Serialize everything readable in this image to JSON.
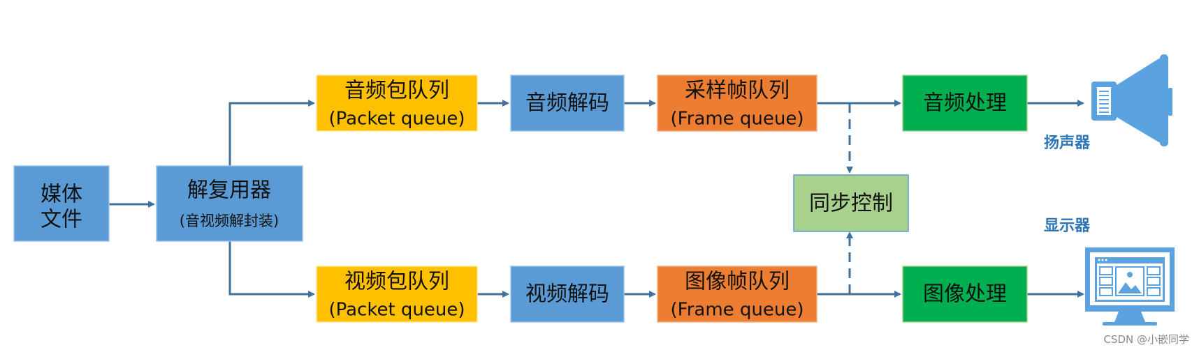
{
  "colors": {
    "blue": "#5b9bd5",
    "yellow": "#ffc000",
    "orange": "#ed7d31",
    "green": "#00b050",
    "light_green": "#a9d18e",
    "arrow": "#41719c",
    "icon": "#5ba3e0"
  },
  "nodes": {
    "media_file": {
      "line1": "媒体",
      "line2": "文件"
    },
    "demuxer": {
      "line1": "解复用器",
      "line2": "(音视频解封装)"
    },
    "audio_packet_queue": {
      "line1": "音频包队列",
      "line2": "(Packet queue)"
    },
    "audio_decode": {
      "label": "音频解码"
    },
    "audio_frame_queue": {
      "line1": "采样帧队列",
      "line2": "(Frame queue)"
    },
    "audio_process": {
      "label": "音频处理"
    },
    "video_packet_queue": {
      "line1": "视频包队列",
      "line2": "(Packet queue)"
    },
    "video_decode": {
      "label": "视频解码"
    },
    "video_frame_queue": {
      "line1": "图像帧队列",
      "line2": "(Frame queue)"
    },
    "video_process": {
      "label": "图像处理"
    },
    "sync_control": {
      "label": "同步控制"
    }
  },
  "devices": {
    "speaker": {
      "label": "扬声器",
      "icon": "speaker-icon"
    },
    "display": {
      "label": "显示器",
      "icon": "monitor-icon"
    }
  },
  "watermark": "CSDN @小嵌同学"
}
